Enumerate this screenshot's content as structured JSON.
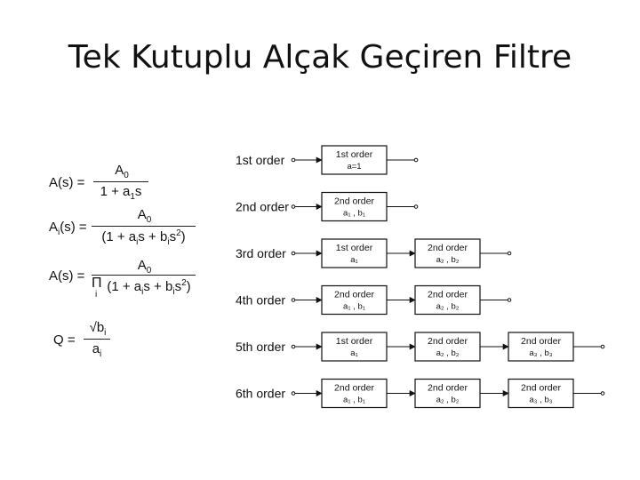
{
  "slide": {
    "title": "Tek Kutuplu Alçak Geçiren Filtre"
  },
  "equations": {
    "eq1": {
      "lhs": "A(s) =",
      "num": "A",
      "num_sub": "0",
      "den": "1 + a",
      "den_sub": "1",
      "den_tail": "s"
    },
    "eq2": {
      "lhs": "A",
      "lhs_sub": "i",
      "lhs_tail": "(s) =",
      "num": "A",
      "num_sub": "0",
      "den": "(1 + a",
      "den_sub1": "i",
      "den_mid": "s + b",
      "den_sub2": "i",
      "den_tail": "s",
      "den_sup": "2",
      "den_end": ")"
    },
    "eq3": {
      "lhs": "A(s) =",
      "num": "A",
      "num_sub": "0",
      "prod_symbol": "Π",
      "prod_index": "i",
      "den": "(1 + a",
      "den_sub1": "i",
      "den_mid": "s + b",
      "den_sub2": "i",
      "den_tail": "s",
      "den_sup": "2",
      "den_end": ")"
    },
    "eq4": {
      "lhs": "Q =",
      "num_root": "√b",
      "num_sub": "i",
      "den": "a",
      "den_sub": "i"
    }
  },
  "diagram": {
    "rows": [
      {
        "label": "1st order",
        "blocks": [
          {
            "line1": "1st order",
            "line2": "a=1"
          }
        ]
      },
      {
        "label": "2nd order",
        "blocks": [
          {
            "line1": "2nd order",
            "line2": "a₁ , b₁"
          }
        ]
      },
      {
        "label": "3rd order",
        "blocks": [
          {
            "line1": "1st order",
            "line2": "a₁"
          },
          {
            "line1": "2nd order",
            "line2": "a₂ , b₂"
          }
        ]
      },
      {
        "label": "4th order",
        "blocks": [
          {
            "line1": "2nd order",
            "line2": "a₁ , b₁"
          },
          {
            "line1": "2nd order",
            "line2": "a₂ , b₂"
          }
        ]
      },
      {
        "label": "5th order",
        "blocks": [
          {
            "line1": "1st order",
            "line2": "a₁"
          },
          {
            "line1": "2nd order",
            "line2": "a₂ , b₂"
          },
          {
            "line1": "2nd order",
            "line2": "a₃ , b₃"
          }
        ]
      },
      {
        "label": "6th order",
        "blocks": [
          {
            "line1": "2nd order",
            "line2": "a₁ , b₁"
          },
          {
            "line1": "2nd order",
            "line2": "a₂ , b₂"
          },
          {
            "line1": "2nd order",
            "line2": "a₃ , b₃"
          }
        ]
      }
    ]
  }
}
